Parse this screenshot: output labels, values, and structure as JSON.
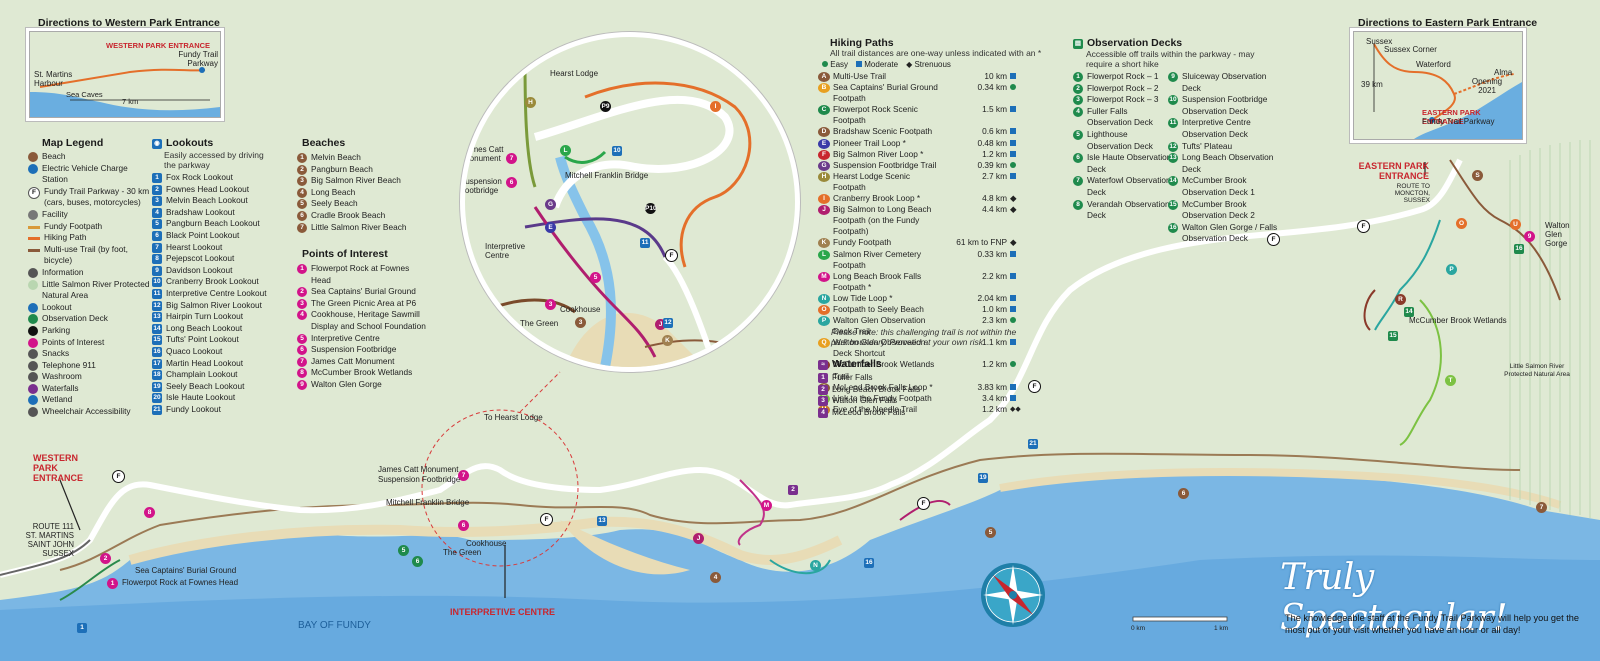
{
  "colors": {
    "land": "#dfe9d3",
    "water": "#6aaee0",
    "sand": "#e8dcb6",
    "fundy_footpath": "#d89a3a",
    "hiking_path": "#e46f2a",
    "multi_use": "#8a5a3a",
    "parkway": "#ffffff",
    "red": "#c8262e",
    "green": "#1f8a4c",
    "blue": "#1d6fb8",
    "purple": "#7a2f8e",
    "magenta": "#d2148a",
    "brown": "#8a5a3a",
    "black": "#111111"
  },
  "western_directions": {
    "title": "Directions to Western Park Entrance",
    "entrance": "WESTERN PARK ENTRANCE",
    "parkway": "Fundy Trail Parkway",
    "harbour": "St. Martins Harbour",
    "caves": "Sea Caves",
    "distance": "7 km"
  },
  "eastern_directions": {
    "title": "Directions to Eastern Park Entrance",
    "sussex": "Sussex",
    "sussex_corner": "Sussex Corner",
    "waterford": "Waterford",
    "alma": "Alma",
    "distance": "39 km",
    "opening": "Opening 2021",
    "entrance": "EASTERN PARK ENTRANCE",
    "parkway": "Fundy Trail Parkway"
  },
  "map_legend": {
    "title": "Map Legend",
    "items": [
      {
        "icon": "beach-icon",
        "label": "Beach"
      },
      {
        "icon": "ev-charge-icon",
        "label": "Electric Vehicle Charge Station"
      },
      {
        "icon": "parkway-icon",
        "label": "Fundy Trail Parkway - 30 km (cars, buses, motorcycles)"
      },
      {
        "icon": "facility-icon",
        "label": "Facility"
      },
      {
        "icon": "fundy-footpath-line",
        "label": "Fundy Footpath"
      },
      {
        "icon": "hiking-path-line",
        "label": "Hiking Path"
      },
      {
        "icon": "multi-use-trail-line",
        "label": "Multi-use Trail (by foot, bicycle)"
      },
      {
        "icon": "information-icon",
        "label": "Information"
      },
      {
        "icon": "protected-area-icon",
        "label": "Little Salmon River Protected Natural Area"
      },
      {
        "icon": "lookout-icon",
        "label": "Lookout"
      },
      {
        "icon": "observation-deck-icon",
        "label": "Observation Deck"
      },
      {
        "icon": "parking-icon",
        "label": "Parking"
      },
      {
        "icon": "poi-icon",
        "label": "Points of Interest"
      },
      {
        "icon": "snacks-icon",
        "label": "Snacks"
      },
      {
        "icon": "telephone-icon",
        "label": "Telephone 911"
      },
      {
        "icon": "washroom-icon",
        "label": "Washroom"
      },
      {
        "icon": "waterfalls-icon",
        "label": "Waterfalls"
      },
      {
        "icon": "wetland-icon",
        "label": "Wetland"
      },
      {
        "icon": "wheelchair-icon",
        "label": "Wheelchair Accessibility"
      }
    ]
  },
  "lookouts": {
    "title": "Lookouts",
    "subtitle": "Easily accessed by driving the parkway",
    "items": [
      "Fox Rock Lookout",
      "Fownes Head Lookout",
      "Melvin Beach Lookout",
      "Bradshaw Lookout",
      "Pangburn Beach Lookout",
      "Black Point Lookout",
      "Hearst Lookout",
      "Pejepscot Lookout",
      "Davidson Lookout",
      "Cranberry Brook Lookout",
      "Interpretive Centre Lookout",
      "Big Salmon River Lookout",
      "Hairpin Turn Lookout",
      "Long Beach Lookout",
      "Tufts' Point Lookout",
      "Quaco Lookout",
      "Martin Head Lookout",
      "Champlain Lookout",
      "Seely Beach Lookout",
      "Isle Haute Lookout",
      "Fundy Lookout"
    ]
  },
  "beaches": {
    "title": "Beaches",
    "items": [
      "Melvin Beach",
      "Pangburn Beach",
      "Big Salmon River Beach",
      "Long Beach",
      "Seely Beach",
      "Cradle Brook Beach",
      "Little Salmon River Beach"
    ]
  },
  "points_of_interest": {
    "title": "Points of Interest",
    "items": [
      "Flowerpot Rock at Fownes Head",
      "Sea Captains' Burial Ground",
      "The Green Picnic Area at P6",
      "Cookhouse, Heritage Sawmill Display and School Foundation",
      "Interpretive Centre",
      "Suspension Footbridge",
      "James Catt Monument",
      "McCumber Brook Wetlands",
      "Walton Glen Gorge"
    ]
  },
  "hiking_paths": {
    "title": "Hiking Paths",
    "subtitle": "All trail distances are one-way unless indicated with an *",
    "difficulty": {
      "easy": "Easy",
      "moderate": "Moderate",
      "strenuous": "Strenuous"
    },
    "items": [
      {
        "code": "A",
        "name": "Multi-Use Trail",
        "dist": "10 km",
        "level": "moderate"
      },
      {
        "code": "B",
        "name": "Sea Captains' Burial Ground Footpath",
        "dist": "0.34 km",
        "level": "easy"
      },
      {
        "code": "C",
        "name": "Flowerpot Rock Scenic Footpath",
        "dist": "1.5 km",
        "level": "moderate"
      },
      {
        "code": "D",
        "name": "Bradshaw Scenic Footpath",
        "dist": "0.6 km",
        "level": "moderate"
      },
      {
        "code": "E",
        "name": "Pioneer Trail Loop *",
        "dist": "0.48 km",
        "level": "moderate"
      },
      {
        "code": "F",
        "name": "Big Salmon River Loop *",
        "dist": "1.2 km",
        "level": "moderate"
      },
      {
        "code": "G",
        "name": "Suspension Footbridge Trail",
        "dist": "0.39 km",
        "level": "easy"
      },
      {
        "code": "H",
        "name": "Hearst Lodge Scenic Footpath",
        "dist": "2.7 km",
        "level": "moderate"
      },
      {
        "code": "I",
        "name": "Cranberry Brook Loop *",
        "dist": "4.8 km",
        "level": "strenuous"
      },
      {
        "code": "J",
        "name": "Big Salmon to Long Beach Footpath (on the Fundy Footpath)",
        "dist": "4.4 km",
        "level": "strenuous"
      },
      {
        "code": "K",
        "name": "Fundy Footpath",
        "dist": "61 km to FNP",
        "level": "strenuous"
      },
      {
        "code": "L",
        "name": "Salmon River Cemetery Footpath",
        "dist": "0.33 km",
        "level": "moderate"
      },
      {
        "code": "M",
        "name": "Long Beach Brook Falls Footpath *",
        "dist": "2.2 km",
        "level": "moderate"
      },
      {
        "code": "N",
        "name": "Low Tide Loop *",
        "dist": "2.04 km",
        "level": "moderate"
      },
      {
        "code": "O",
        "name": "Footpath to Seely Beach",
        "dist": "1.0 km",
        "level": "moderate"
      },
      {
        "code": "P",
        "name": "Walton Glen Observation Deck Trail",
        "dist": "2.3 km",
        "level": "easy"
      },
      {
        "code": "Q",
        "name": "Walton Glen Observation Deck Shortcut",
        "dist": "1.1 km",
        "level": "moderate"
      },
      {
        "code": "R",
        "name": "McCumber Brook Wetlands Trail",
        "dist": "1.2 km",
        "level": "easy"
      },
      {
        "code": "S",
        "name": "McLeod Brook Falls Loop *",
        "dist": "3.83 km",
        "level": "moderate"
      },
      {
        "code": "T",
        "name": "Link to the Fundy Footpath",
        "dist": "3.4 km",
        "level": "moderate"
      },
      {
        "code": "U",
        "name": "Eye of the Needle Trail",
        "dist": "1.2 km",
        "level": "double-strenuous"
      }
    ],
    "note": "Please note: this challenging trail is not within the park boundary. Proceed at your own risk."
  },
  "waterfalls": {
    "title": "Waterfalls",
    "items": [
      "Fuller Falls",
      "Long Beach Brook Falls",
      "Walton Glen Falls",
      "McLeod Brook Falls"
    ]
  },
  "observation_decks": {
    "title": "Observation Decks",
    "subtitle": "Accessible off trails within the parkway - may require a short hike",
    "col1": [
      "Flowerpot Rock – 1",
      "Flowerpot Rock – 2",
      "Flowerpot Rock – 3",
      "Fuller Falls Observation Deck",
      "Lighthouse Observation Deck",
      "Isle Haute Observation Deck",
      "Waterfowl Observation Deck",
      "Verandah Observation Deck"
    ],
    "col2": [
      "Sluiceway Observation Deck",
      "Suspension Footbridge Observation Deck",
      "Interpretive Centre Observation Deck",
      "Tufts' Plateau",
      "Long Beach Observation Deck",
      "McCumber Brook Observation Deck 1",
      "McCumber Brook Observation Deck 2",
      "Walton Glen Gorge / Falls Observation Deck"
    ]
  },
  "zoom_inset": {
    "hearst_lodge": "Hearst Lodge",
    "james_catt": "James Catt Monument",
    "mitchell_bridge": "Mitchell Franklin Bridge",
    "suspension": "Suspension Footbridge",
    "interpretive": "Interpretive Centre",
    "the_green": "The Green",
    "cookhouse": "Cookhouse"
  },
  "map_labels": {
    "western_entrance": "WESTERN PARK ENTRANCE",
    "route": "ROUTE 111 ST. MARTINS SAINT JOHN SUSSEX",
    "sea_captains": "Sea Captains' Burial Ground",
    "flowerpot": "Flowerpot Rock at Fownes Head",
    "bay": "BAY OF FUNDY",
    "interpretive_centre": "INTERPRETIVE CENTRE",
    "to_hearst": "To Hearst Lodge",
    "james_catt": "James Catt Monument",
    "suspension": "Suspension Footbridge",
    "mitchell": "Mitchell Franklin Bridge",
    "the_green": "The Green",
    "cookhouse": "Cookhouse",
    "eastern_entrance": "EASTERN PARK ENTRANCE",
    "route_moncton": "ROUTE TO MONCTON, SUSSEX",
    "walton_glen": "Walton Glen Gorge",
    "mccumber": "McCumber Brook Wetlands",
    "little_salmon": "Little Salmon River Protected Natural Area"
  },
  "scale": {
    "zero": "0 km",
    "one": "1 km"
  },
  "tagline": {
    "title": "Truly Spectacular!",
    "text": "The knowledgeable staff at the Fundy Trail Parkway will help you get the most out of your visit whether you have an hour or all day!"
  }
}
